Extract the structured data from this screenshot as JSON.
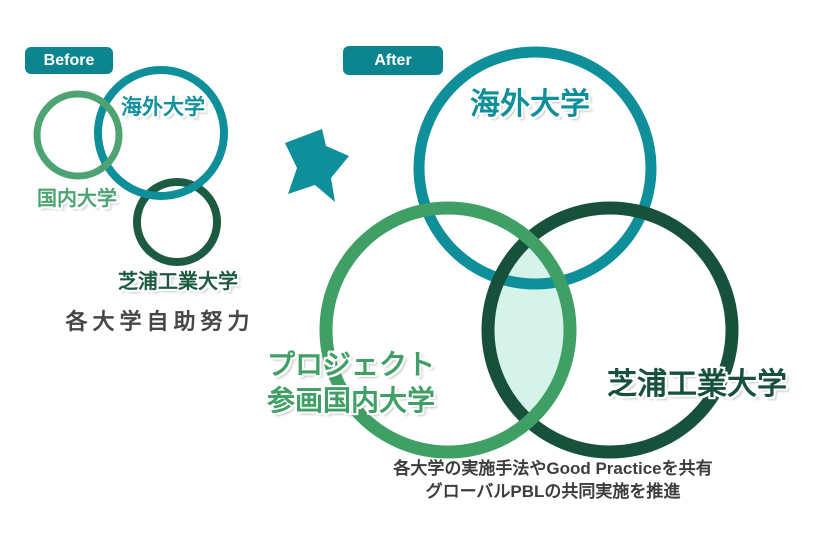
{
  "colors": {
    "teal": "#0e8f9a",
    "teal_badge": "#0c858f",
    "green_before": "#4da472",
    "green_after": "#3f9f64",
    "dark_green_before": "#1c5a41",
    "dark_green_after": "#17503b",
    "mint_fill": "#d5f3e9",
    "caption_gray": "#3d3d3d"
  },
  "before": {
    "badge_label": "Before",
    "overseas_label": "海外大学",
    "domestic_label": "国内大学",
    "shibaura_label": "芝浦工業大学",
    "caption": "各大学自助努力"
  },
  "after": {
    "badge_label": "After",
    "overseas_label": "海外大学",
    "project_label_line1": "プロジェクト",
    "project_label_line2": "参画国内大学",
    "shibaura_label": "芝浦工業大学",
    "caption_line1": "各大学の実施手法やGood Practiceを共有",
    "caption_line2": "グローバルPBLの共同実施を推進"
  }
}
